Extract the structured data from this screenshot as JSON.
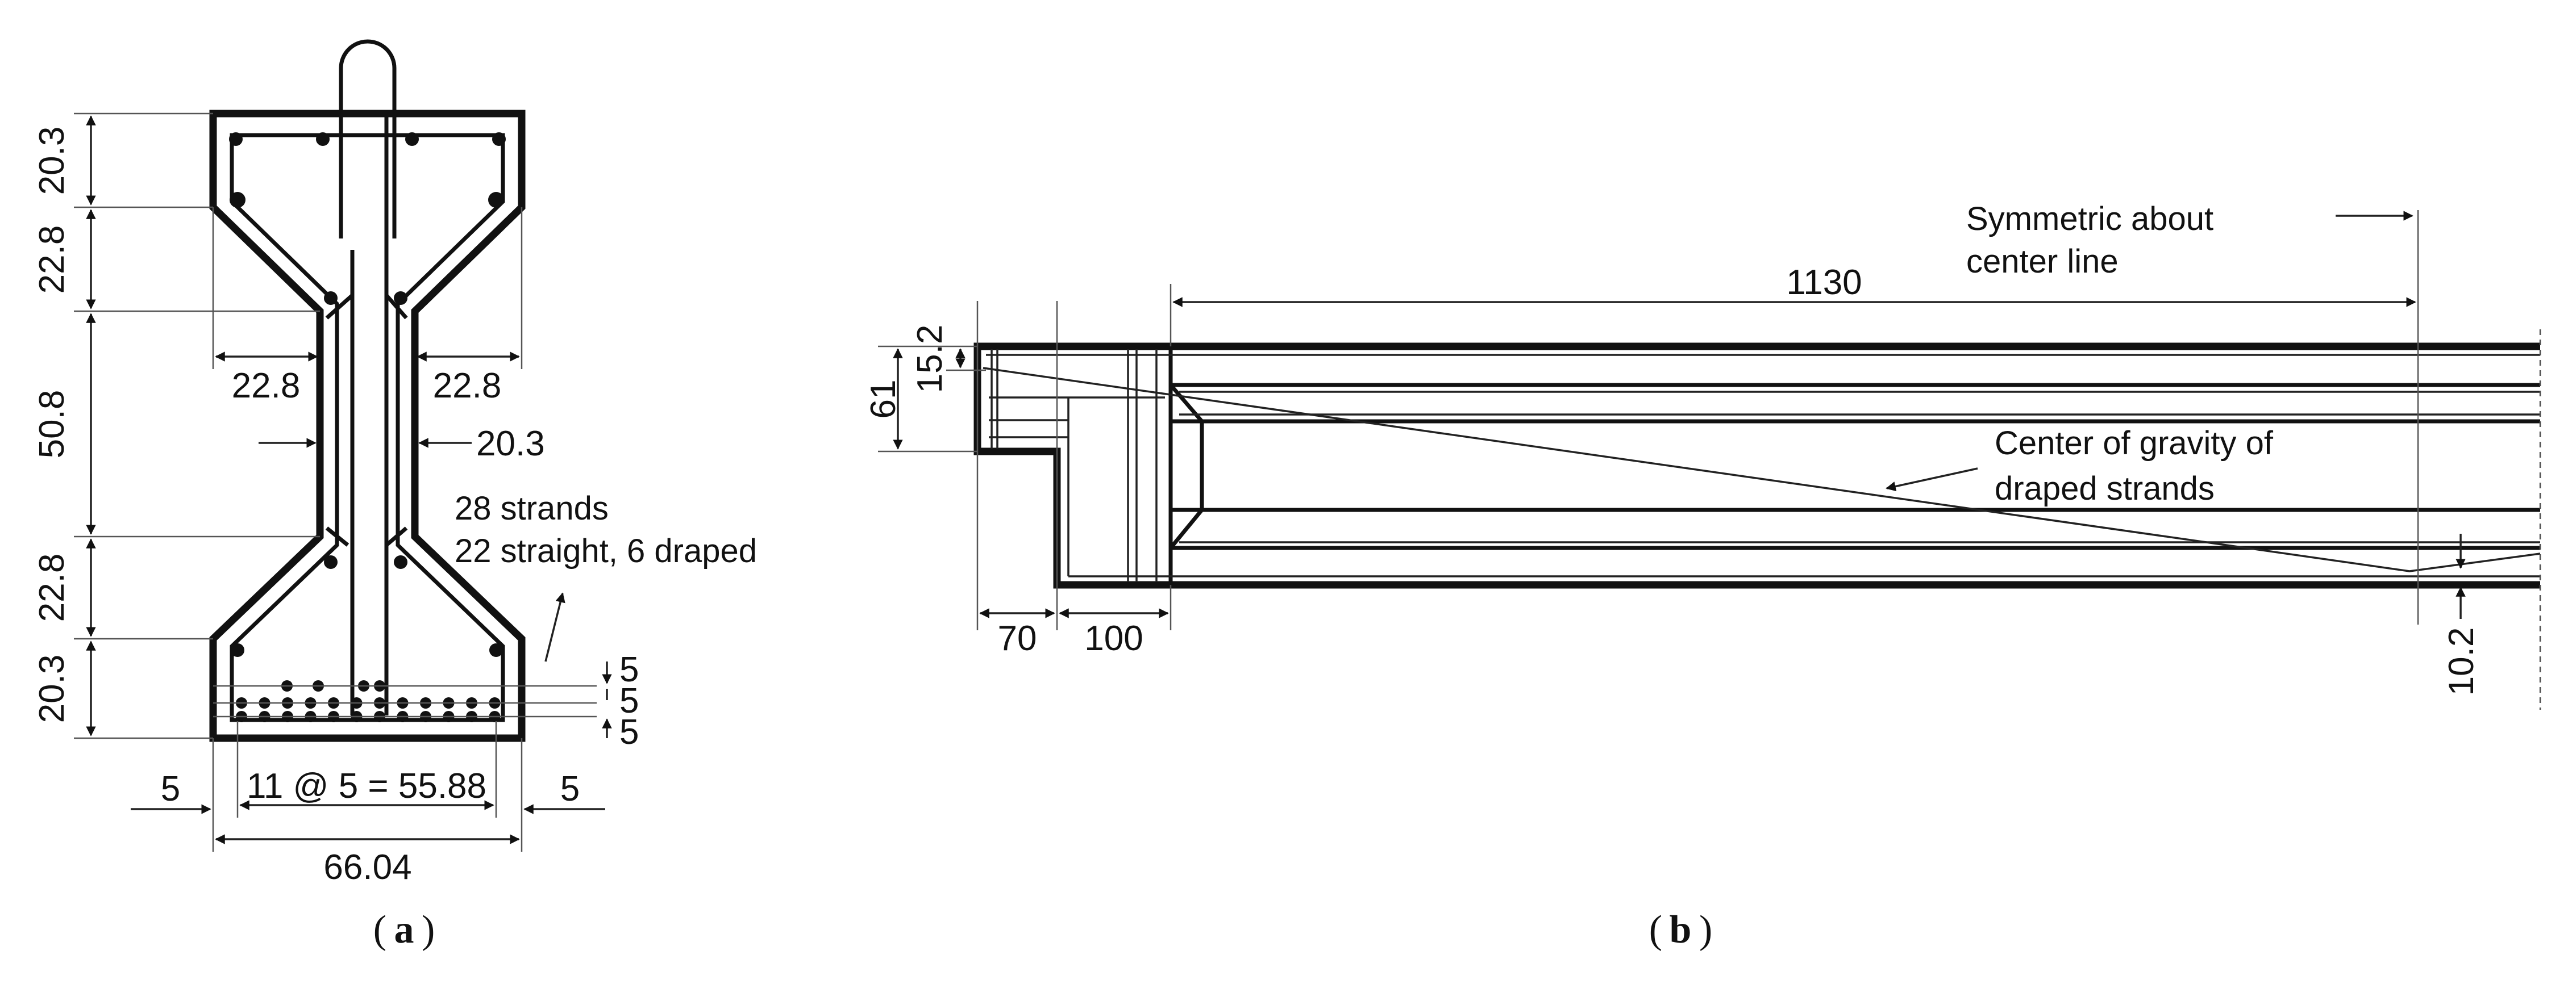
{
  "panel_a": {
    "caption": "a",
    "dims_left": [
      "20.3",
      "22.8",
      "50.8",
      "22.8",
      "20.3"
    ],
    "flange_width_left": "22.8",
    "flange_width_right": "22.8",
    "web_width": "20.3",
    "strand_note_line1": "28 strands",
    "strand_note_line2": "22 straight, 6 draped",
    "strand_spacing": [
      "5",
      "5",
      "5"
    ],
    "cover_left": "5",
    "cover_right": "5",
    "strand_span": "11 @ 5 = 55.88",
    "bottom_width": "66.04"
  },
  "panel_b": {
    "caption": "b",
    "symmetric_note_line1": "Symmetric about",
    "symmetric_note_line2": "center line",
    "length": "1130",
    "top_dim": "15.2",
    "height_dim": "61",
    "cg_note_line1": "Center of gravity of",
    "cg_note_line2": "draped strands",
    "end_dim_1": "70",
    "end_dim_2": "100",
    "bottom_offset": "10.2"
  },
  "caption_paren_open": "(",
  "caption_paren_close": ")",
  "style": {
    "line_color": "#111111",
    "background": "#ffffff"
  }
}
